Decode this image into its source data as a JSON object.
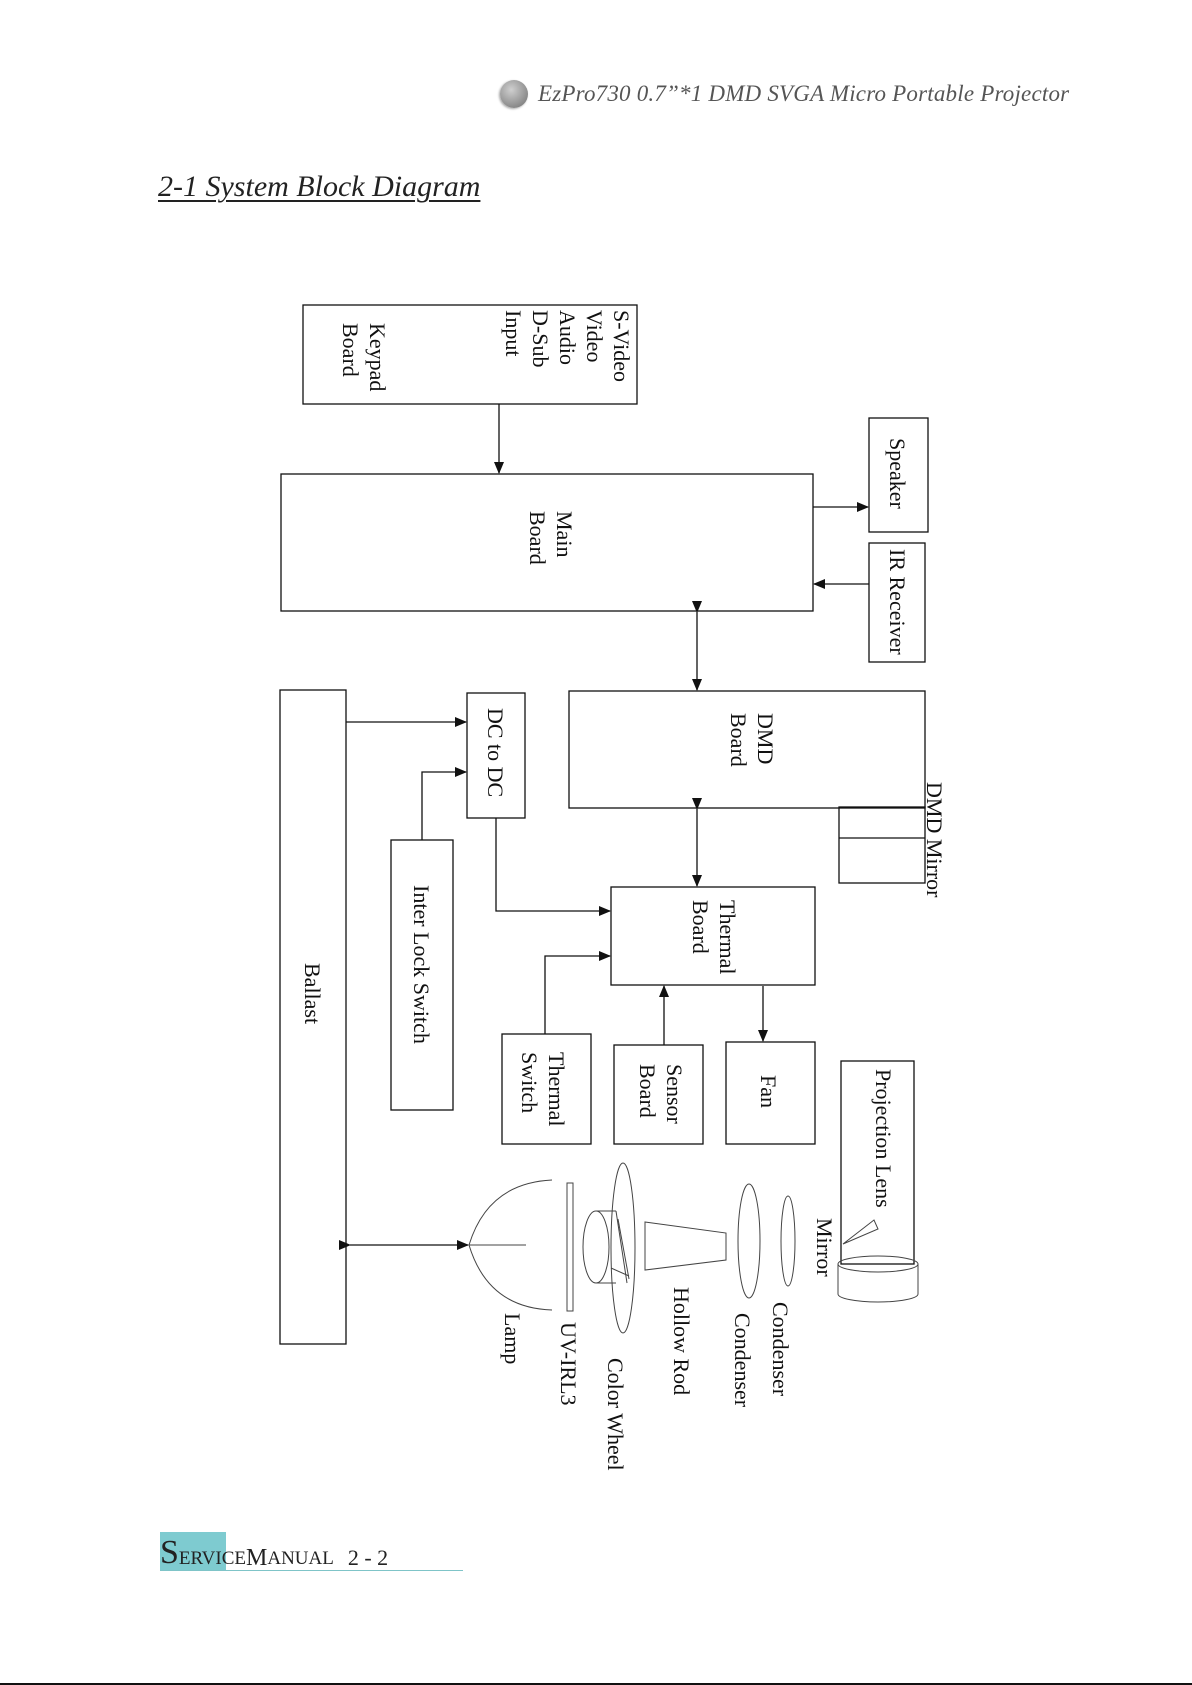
{
  "header": {
    "title": "EzPro730 0.7”*1 DMD SVGA Micro Portable Projector"
  },
  "section": {
    "title": "2-1 System Block Diagram"
  },
  "blocks": {
    "inputs": [
      "S-Video",
      "Video",
      "Audio",
      "D-Sub",
      "Input"
    ],
    "keypad": [
      "Keypad",
      "Board"
    ],
    "main_board": [
      "Main",
      "Board"
    ],
    "speaker": "Speaker",
    "ir_receiver": "IR Receiver",
    "ballast": "Ballast",
    "dc_to_dc": "DC to DC",
    "dmd_board": [
      "DMD",
      "Board"
    ],
    "dmd_mirror": "DMD Mirror",
    "interlock_switch": "Inter Lock Switch",
    "thermal_board": [
      "Thermal",
      "Board"
    ],
    "thermal_switch": [
      "Thermal",
      "Switch"
    ],
    "sensor_board": [
      "Sensor",
      "Board"
    ],
    "fan": "Fan",
    "projection_lens": "Projection Lens",
    "mirror": "Mirror"
  },
  "optics": {
    "lamp": "Lamp",
    "uv_ir": "UV-IRL3",
    "color_wheel": "Color Wheel",
    "hollow_rod": "Hollow Rod",
    "condenser_1": "Condenser",
    "condenser_2": "Condenser"
  },
  "footer": {
    "first_letter": "S",
    "rest": "ERVICE ",
    "manual_first": "M",
    "manual_rest": "ANUAL",
    "page": "2 - 2"
  }
}
